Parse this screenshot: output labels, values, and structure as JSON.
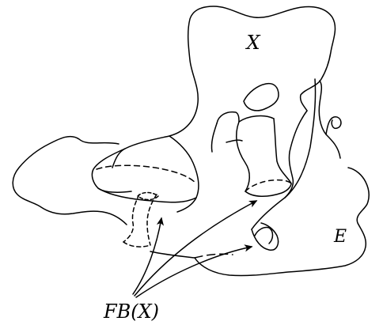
{
  "labels": {
    "space": "X",
    "ambient": "E",
    "pointer": "FB(X)"
  },
  "colors": {
    "ink": "#000000",
    "background": "#ffffff"
  }
}
